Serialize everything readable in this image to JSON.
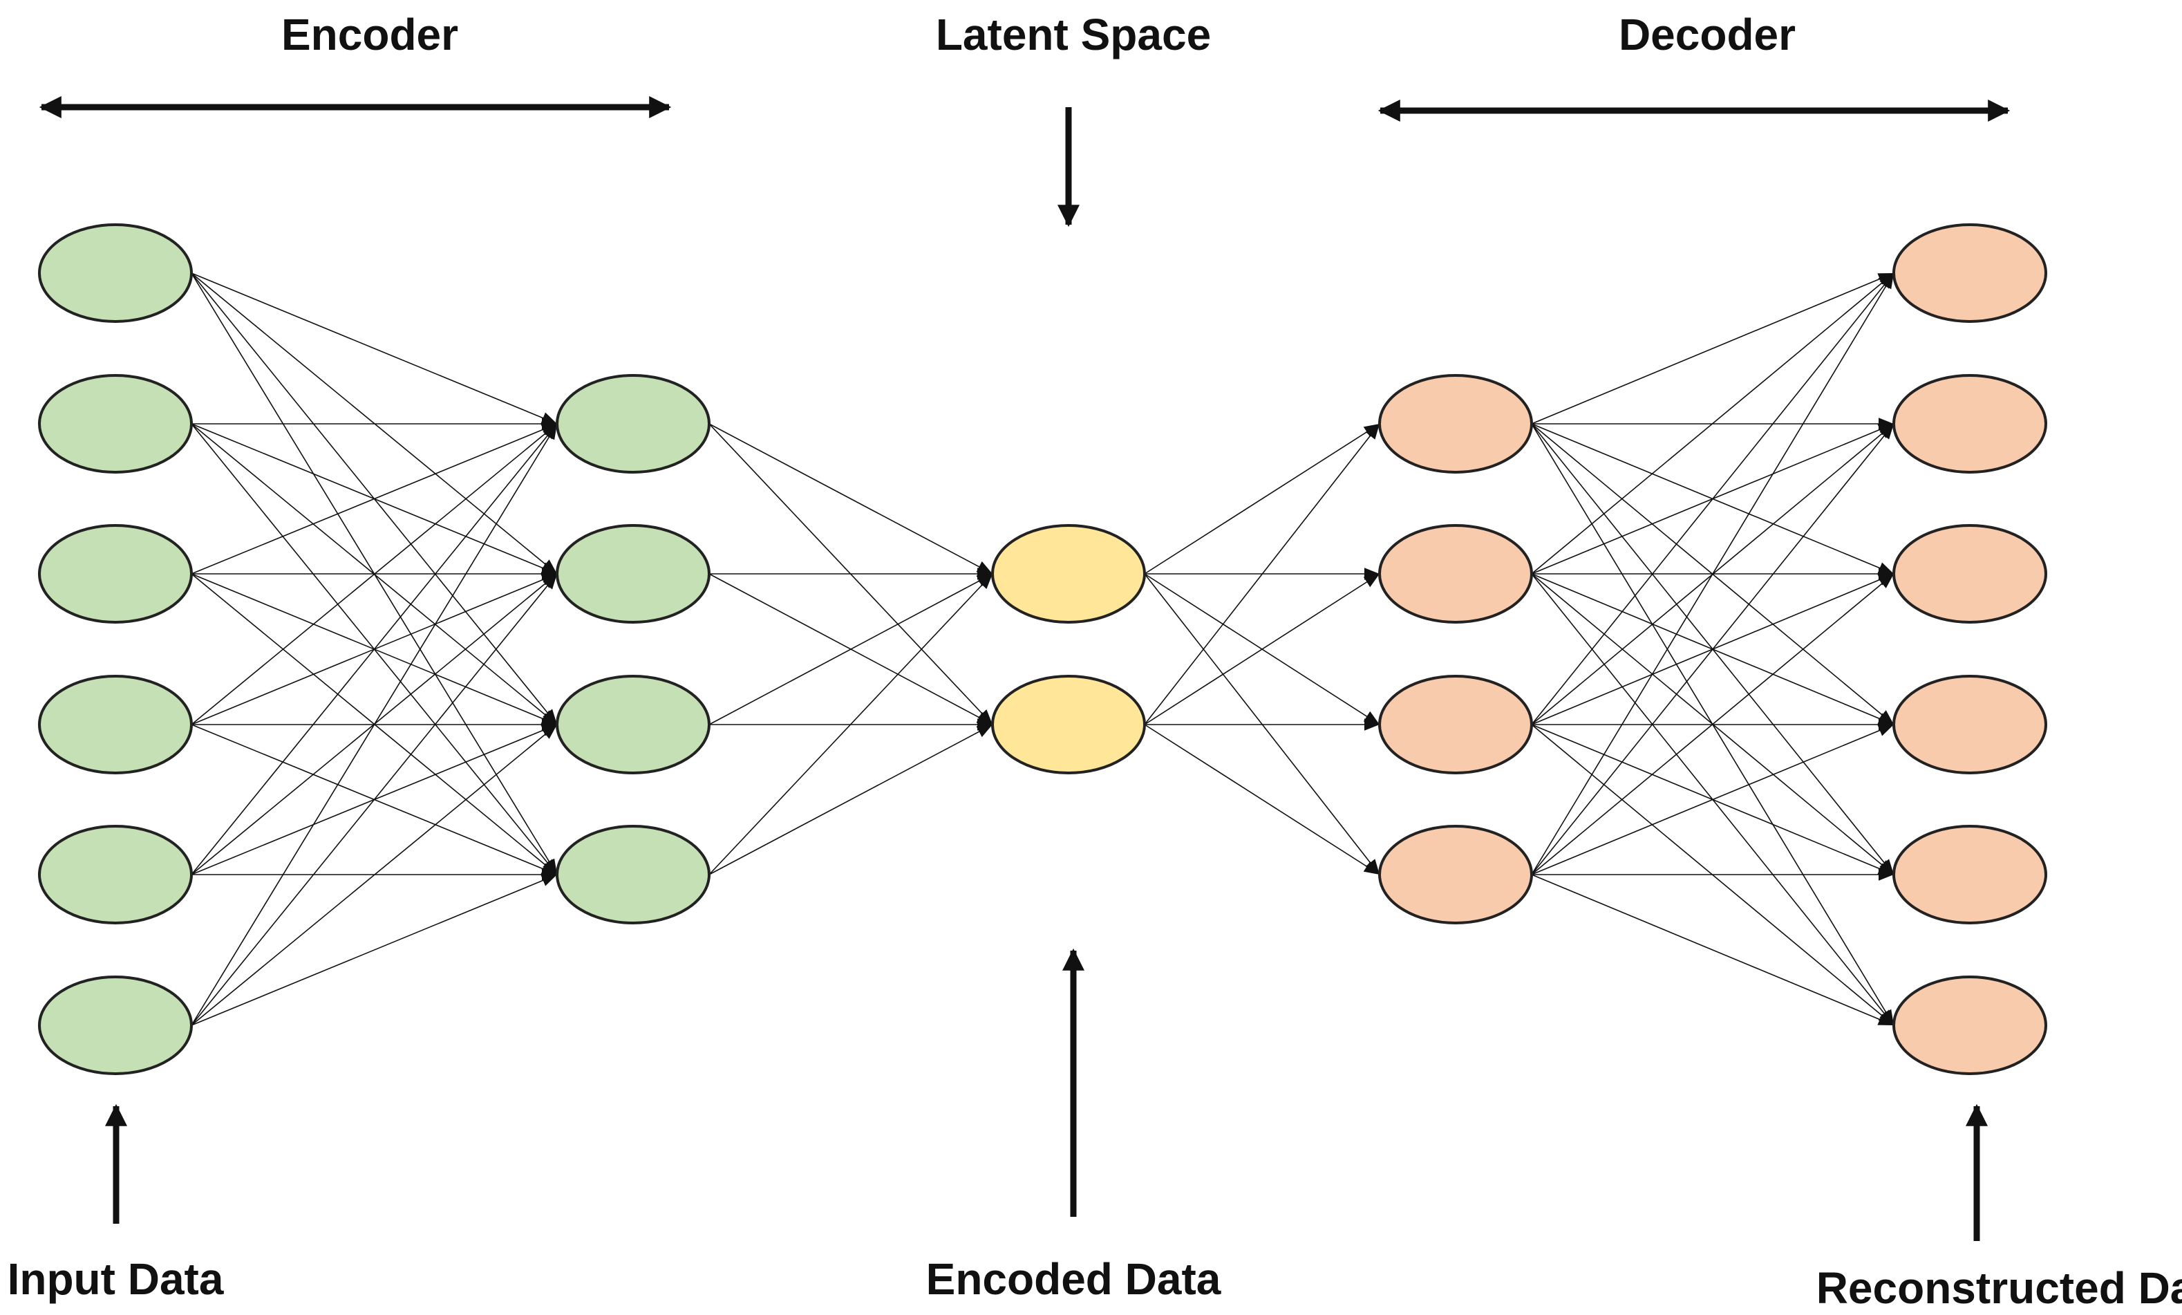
{
  "labels": {
    "encoder": "Encoder",
    "latent_space": "Latent Space",
    "decoder": "Decoder",
    "input_data": "Input Data",
    "encoded_data": "Encoded Data",
    "reconstructed_data": "Reconstructed Data"
  },
  "layers": [
    {
      "name": "input",
      "nodes": 6,
      "color": "#c5e0b4"
    },
    {
      "name": "encoder-hidden",
      "nodes": 4,
      "color": "#c5e0b4"
    },
    {
      "name": "latent",
      "nodes": 2,
      "color": "#ffe699"
    },
    {
      "name": "decoder-hidden",
      "nodes": 4,
      "color": "#f8cbad"
    },
    {
      "name": "output",
      "nodes": 6,
      "color": "#f8cbad"
    }
  ]
}
